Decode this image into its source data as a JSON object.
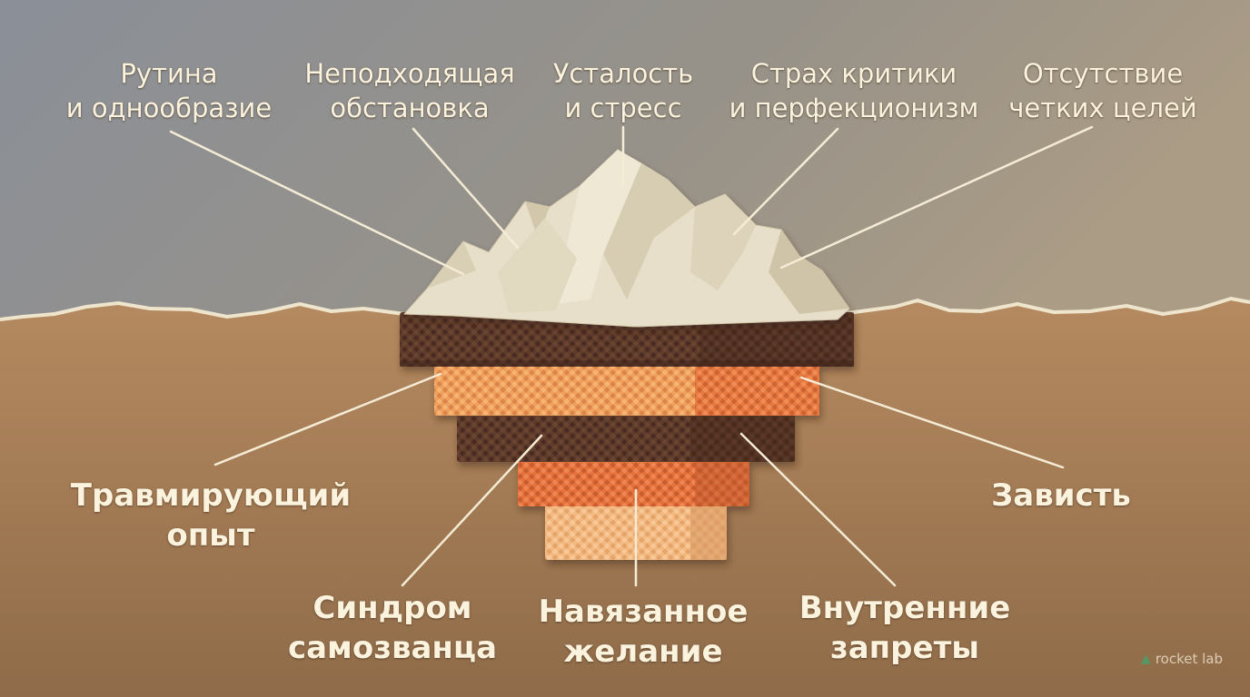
{
  "colors": {
    "sky_top": "#8c9097",
    "sky_bottom": "#a59887",
    "ground_top": "#b1875e",
    "ground_bottom": "#8e6a48",
    "ice": "#e4dcc6",
    "ice_shadow": "#cfc5aa",
    "wafer_dark": "#5e3a2a",
    "wafer_orange": "#f0a05c",
    "wafer_redorange": "#e5723c",
    "wafer_peach": "#f3b980",
    "label_text": "#fbf3de",
    "brand_icon": "#4f9d6b"
  },
  "labels_above": [
    {
      "lines": [
        "Рутина",
        "и однообразие"
      ]
    },
    {
      "lines": [
        "Неподходящая",
        "обстановка"
      ]
    },
    {
      "lines": [
        "Усталость",
        "и стресс"
      ]
    },
    {
      "lines": [
        "Страх критики",
        "и перфекционизм"
      ]
    },
    {
      "lines": [
        "Отсутствие",
        "четких целей"
      ]
    }
  ],
  "labels_below": [
    {
      "lines": [
        "Травмирующий",
        "опыт"
      ]
    },
    {
      "lines": [
        "Синдром",
        "самозванца"
      ]
    },
    {
      "lines": [
        "Навязанное",
        "желание"
      ]
    },
    {
      "lines": [
        "Внутренние",
        "запреты"
      ]
    },
    {
      "lines": [
        "Зависть"
      ]
    }
  ],
  "brand": {
    "icon": "rocket-icon",
    "text": "rocket lab"
  }
}
